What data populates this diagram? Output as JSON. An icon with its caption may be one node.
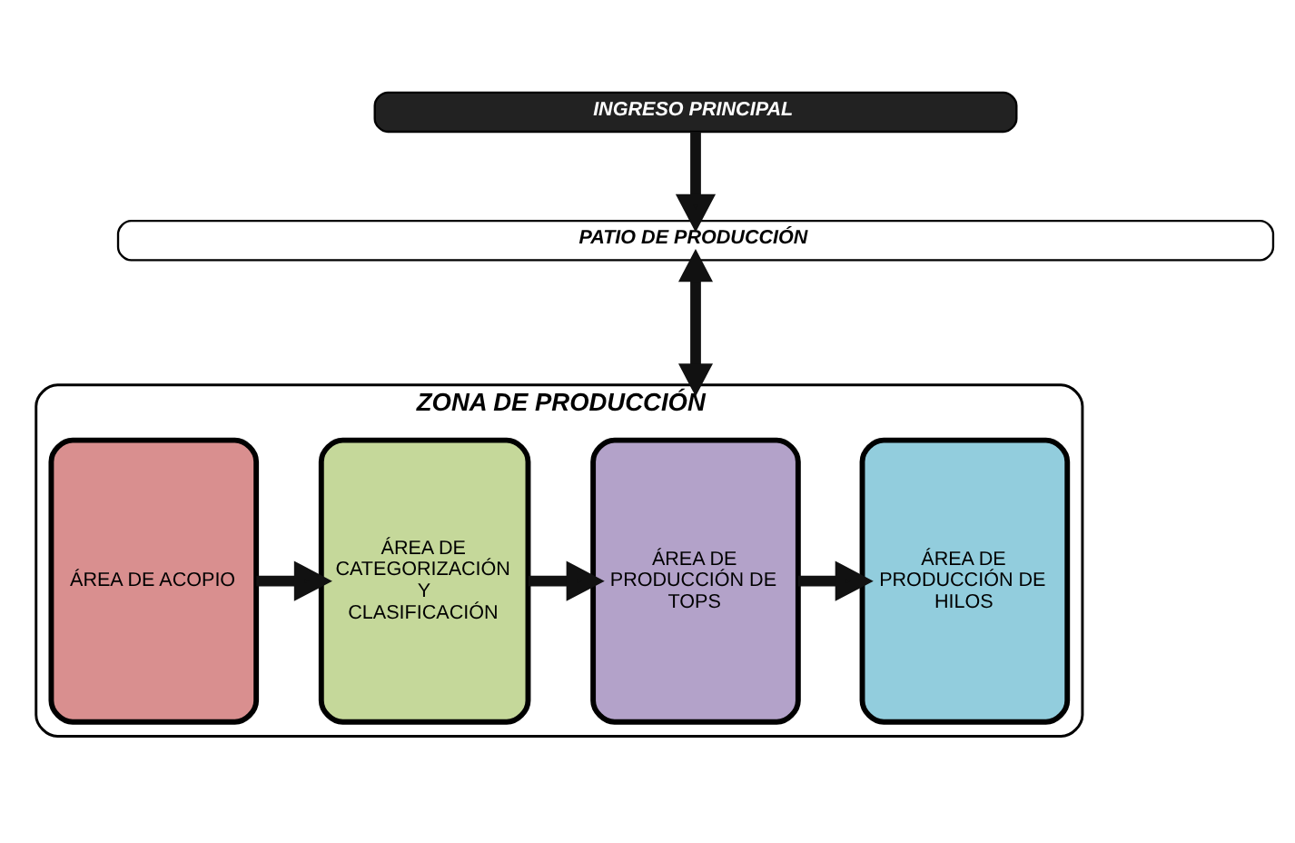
{
  "diagram": {
    "nodes": [
      {
        "text": [
          "INGRESO PRINCIPAL"
        ]
      },
      {
        "text": [
          "PATIO DE PRODUCCIÓN"
        ]
      },
      {
        "text": [
          "ZONA DE PRODUCCIÓN"
        ]
      },
      {
        "text": [
          "ÁREA DE ACOPIO"
        ],
        "in": 2
      },
      {
        "text": [
          "ÁREA DE CATEGORIZACIÓN Y CLASIFICACIÓN"
        ],
        "in": 2
      },
      {
        "text": [
          "ÁREA DE PRODUCCIÓN DE TOPS"
        ],
        "in": 2
      },
      {
        "text": [
          "ÁREA DE PRODUCCIÓN DE HILOS"
        ],
        "in": 2
      }
    ],
    "edges": [
      {
        "from": 0,
        "to": 1,
        "arrow": "to"
      },
      {
        "from": 1,
        "to": 2,
        "arrow": "both"
      },
      {
        "from": 3,
        "to": 4,
        "arrow": "to"
      },
      {
        "from": 4,
        "to": 5,
        "arrow": "to"
      },
      {
        "from": 5,
        "to": 6,
        "arrow": "to"
      }
    ]
  }
}
